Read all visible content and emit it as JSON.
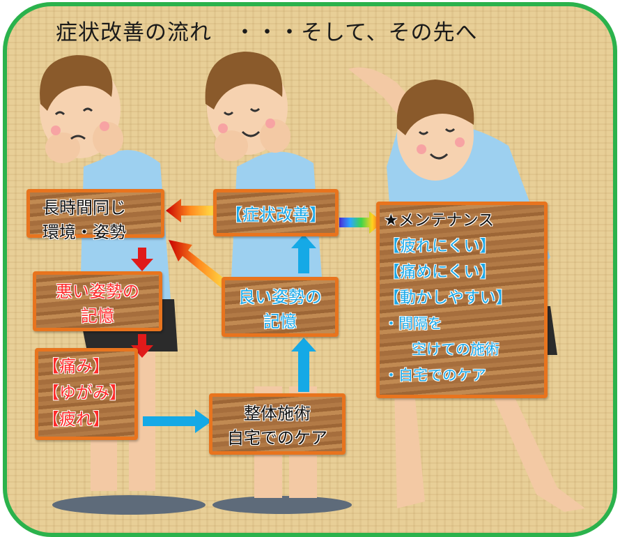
{
  "title": "症状改善の流れ　・・・そして、その先へ",
  "boxes": {
    "long_time": {
      "line1": "長時間同じ",
      "line2": "環境・姿勢"
    },
    "bad_posture": {
      "line1": "悪い姿勢の",
      "line2": "記憶"
    },
    "symptoms": {
      "line1": "【痛み】",
      "line2": "【ゆがみ】",
      "line3": "【疲れ】"
    },
    "treatment": {
      "line1": "整体施術",
      "line2": "自宅でのケア"
    },
    "good_posture": {
      "line1": "良い姿勢の",
      "line2": "記憶"
    },
    "improvement": {
      "label": "【症状改善】"
    },
    "maintenance": {
      "heading": "★メンテナンス",
      "items": [
        "【疲れにくい】",
        "【痛めにくい】",
        "【動かしやすい】",
        "・間隔を",
        "空けての施術",
        "・自宅でのケア"
      ]
    }
  },
  "colors": {
    "frame": "#2bb24c",
    "box_border": "#e8741e",
    "red": "#ff2a2a",
    "blue": "#1ba8e8",
    "arrow_blue": "#15a9e6",
    "arrow_red": "#e01a1a"
  }
}
